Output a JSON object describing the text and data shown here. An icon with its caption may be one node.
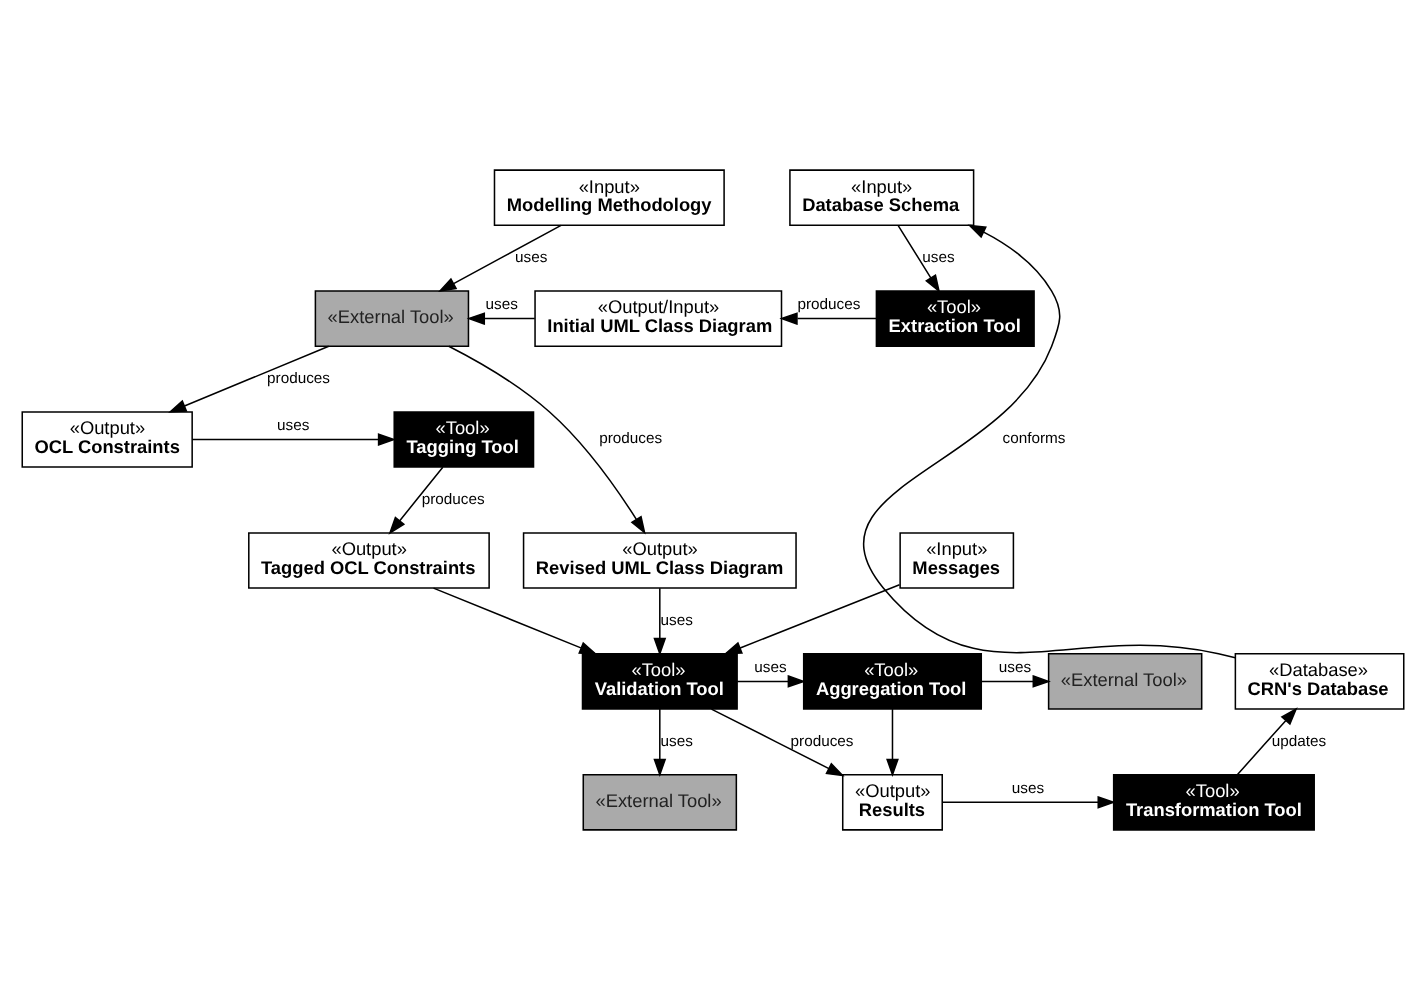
{
  "diagram": {
    "nodes": [
      {
        "text": [
          "«Input»",
          "Modelling Methodology"
        ]
      },
      {
        "text": [
          "«Input»",
          "Database Schema"
        ]
      },
      {
        "text": [
          "«External Tool»"
        ]
      },
      {
        "text": [
          "«Output/Input»",
          "Initial UML Class Diagram"
        ]
      },
      {
        "text": [
          "«Tool»",
          "Extraction Tool"
        ]
      },
      {
        "text": [
          "«Output»",
          "OCL Constraints"
        ]
      },
      {
        "text": [
          "«Tool»",
          "Tagging Tool"
        ]
      },
      {
        "text": [
          "«Output»",
          "Revised UML Class Diagram"
        ]
      },
      {
        "text": [
          "«Output»",
          "Tagged OCL Constraints"
        ]
      },
      {
        "text": [
          "«Input»",
          "Messages"
        ]
      },
      {
        "text": [
          "«Tool»",
          "Validation Tool"
        ]
      },
      {
        "text": [
          "«Tool»",
          "Aggregation Tool"
        ]
      },
      {
        "text": [
          "«External Tool»"
        ]
      },
      {
        "text": [
          "«Database»",
          "CRN's Database"
        ]
      },
      {
        "text": [
          "«External Tool»"
        ]
      },
      {
        "text": [
          "«Output»",
          "Results"
        ]
      },
      {
        "text": [
          "«Tool»",
          "Transformation Tool"
        ]
      }
    ],
    "edges": [
      {
        "from": 0,
        "to": 2,
        "arrow": "to",
        "label": "uses"
      },
      {
        "from": 1,
        "to": 4,
        "arrow": "to",
        "label": "uses"
      },
      {
        "from": 4,
        "to": 3,
        "arrow": "to",
        "label": "produces"
      },
      {
        "from": 3,
        "to": 2,
        "arrow": "to",
        "label": "uses"
      },
      {
        "from": 2,
        "to": 5,
        "arrow": "to",
        "label": "produces"
      },
      {
        "from": 2,
        "to": 7,
        "arrow": "to",
        "label": "produces"
      },
      {
        "from": 5,
        "to": 6,
        "arrow": "to",
        "label": "uses"
      },
      {
        "from": 6,
        "to": 8,
        "arrow": "to",
        "label": "produces"
      },
      {
        "from": 7,
        "to": 10,
        "arrow": "to",
        "label": "uses"
      },
      {
        "from": 8,
        "to": 10,
        "arrow": "to"
      },
      {
        "from": 9,
        "to": 10,
        "arrow": "to"
      },
      {
        "from": 10,
        "to": 11,
        "arrow": "to",
        "label": "uses"
      },
      {
        "from": 11,
        "to": 12,
        "arrow": "to",
        "label": "uses"
      },
      {
        "from": 10,
        "to": 14,
        "arrow": "to",
        "label": "uses"
      },
      {
        "from": 10,
        "to": 15,
        "arrow": "to",
        "label": "produces"
      },
      {
        "from": 11,
        "to": 15,
        "arrow": "to"
      },
      {
        "from": 15,
        "to": 16,
        "arrow": "to",
        "label": "uses"
      },
      {
        "from": 16,
        "to": 13,
        "arrow": "to",
        "label": "updates"
      },
      {
        "from": 13,
        "to": 1,
        "arrow": "to",
        "label": "conforms"
      }
    ]
  }
}
